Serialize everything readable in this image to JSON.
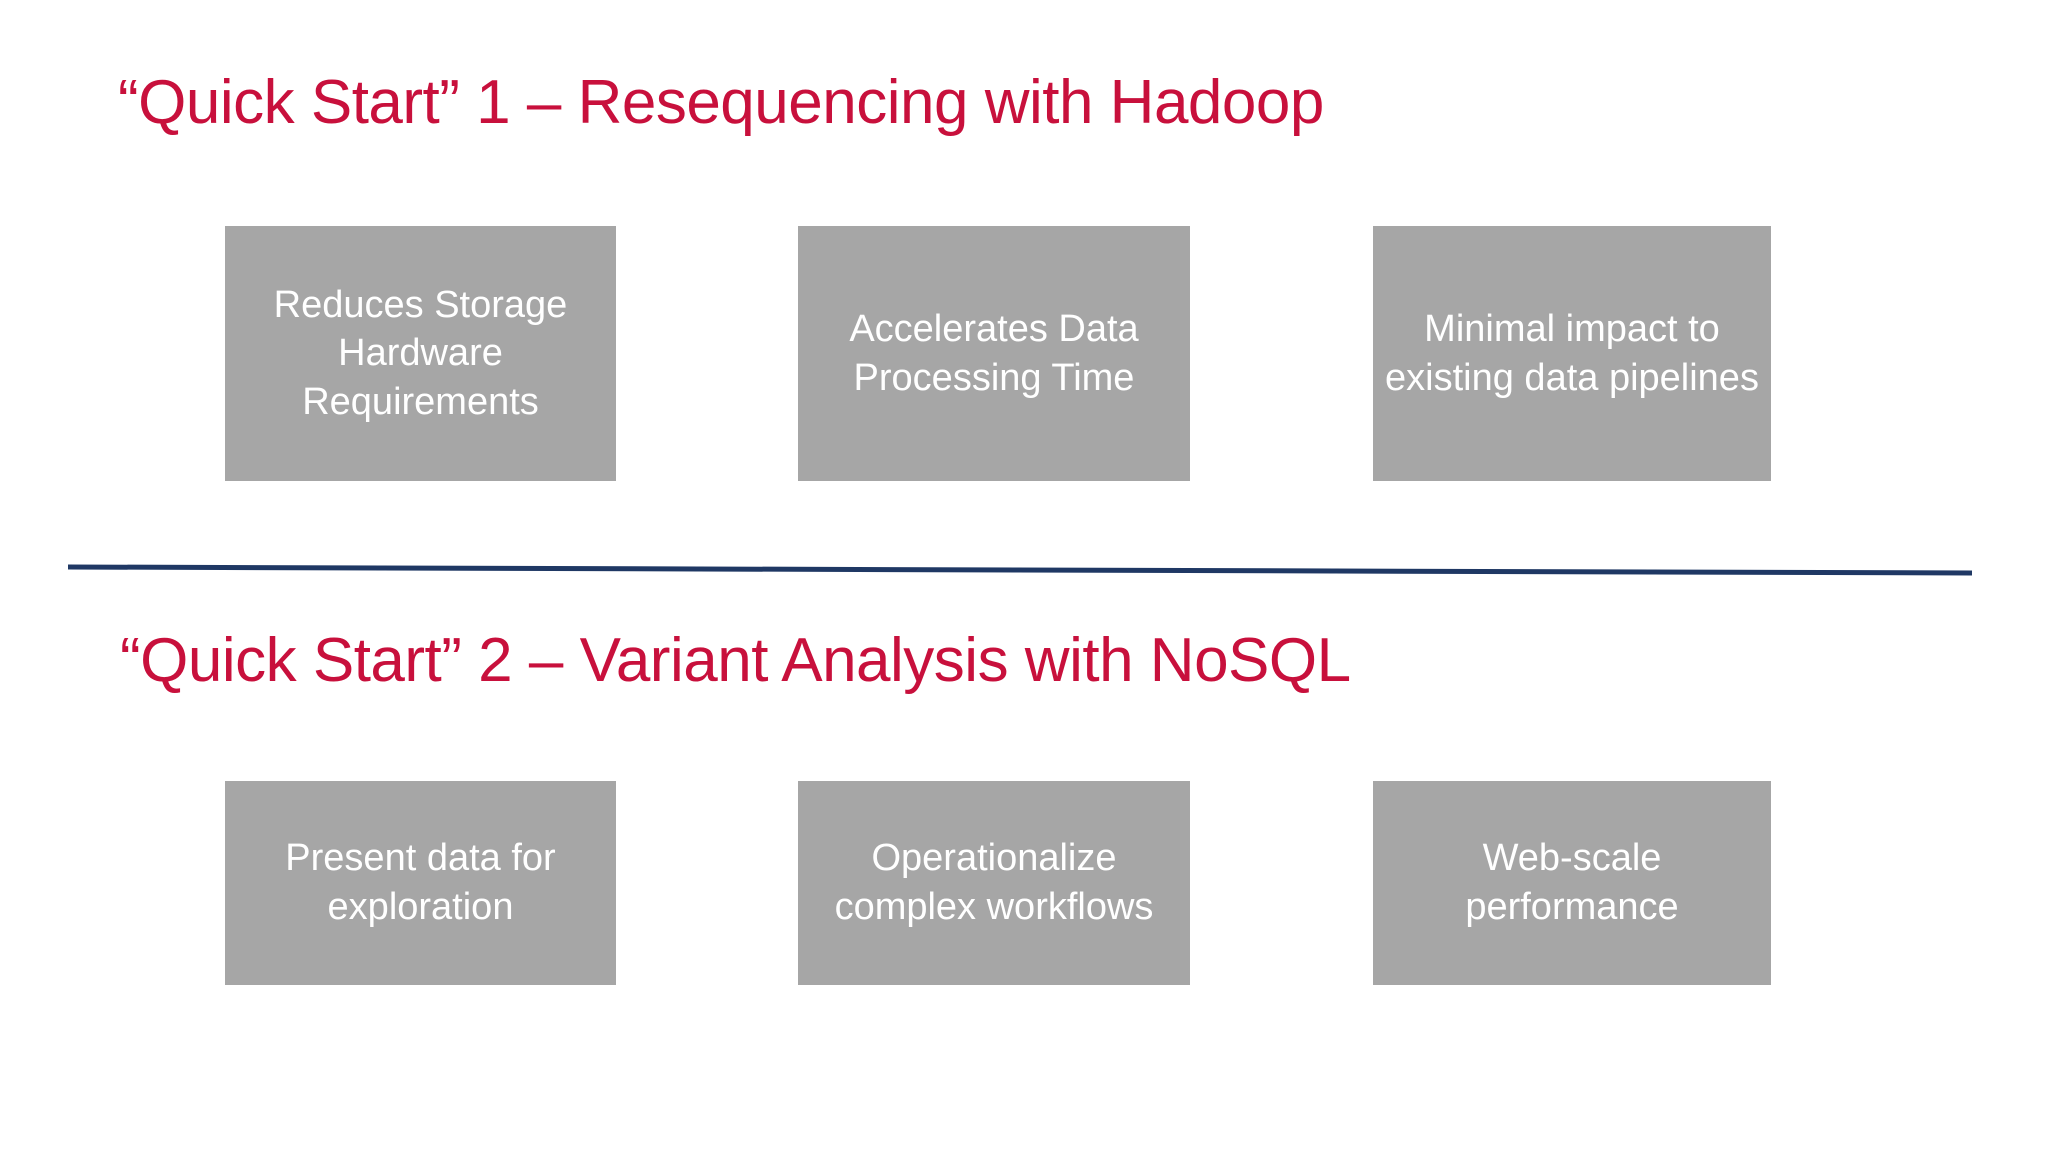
{
  "slide": {
    "background_color": "#FFFFFF",
    "accent_color": "#C8103C",
    "card_color": "#A6A6A6",
    "card_text_color": "#FFFFFF",
    "divider_color": "#1F3864"
  },
  "sections": [
    {
      "title": "“Quick Start” 1 – Resequencing with Hadoop",
      "cards": [
        {
          "text": "Reduces Storage Hardware Requirements"
        },
        {
          "text": "Accelerates Data Processing Time"
        },
        {
          "text": "Minimal impact to existing data pipelines"
        }
      ]
    },
    {
      "title": "“Quick Start” 2 – Variant Analysis with NoSQL",
      "cards": [
        {
          "text": "Present data for exploration"
        },
        {
          "text": "Operationalize complex workflows"
        },
        {
          "text": "Web-scale performance"
        }
      ]
    }
  ]
}
